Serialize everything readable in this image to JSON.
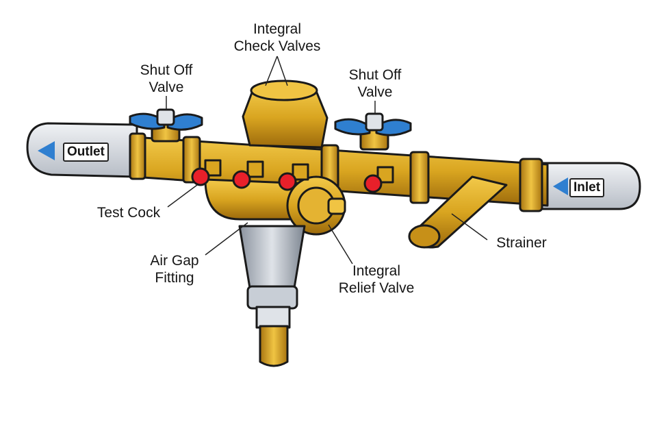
{
  "labels": {
    "check_valves": [
      "Integral",
      "Check Valves"
    ],
    "shutoff_left": [
      "Shut Off",
      "Valve"
    ],
    "shutoff_right": [
      "Shut Off",
      "Valve"
    ],
    "test_cock": "Test Cock",
    "air_gap": [
      "Air Gap",
      "Fitting"
    ],
    "relief_valve": [
      "Integral",
      "Relief Valve"
    ],
    "strainer": "Strainer"
  },
  "pipe_tags": {
    "outlet": "Outlet",
    "inlet": "Inlet"
  },
  "colors": {
    "brass": "#d9a520",
    "brass_dark": "#a87410",
    "handle": "#2f7fd0",
    "test_cock": "#e8202a",
    "sleeve": "#d8dce2",
    "outline": "#1a1a1a"
  }
}
